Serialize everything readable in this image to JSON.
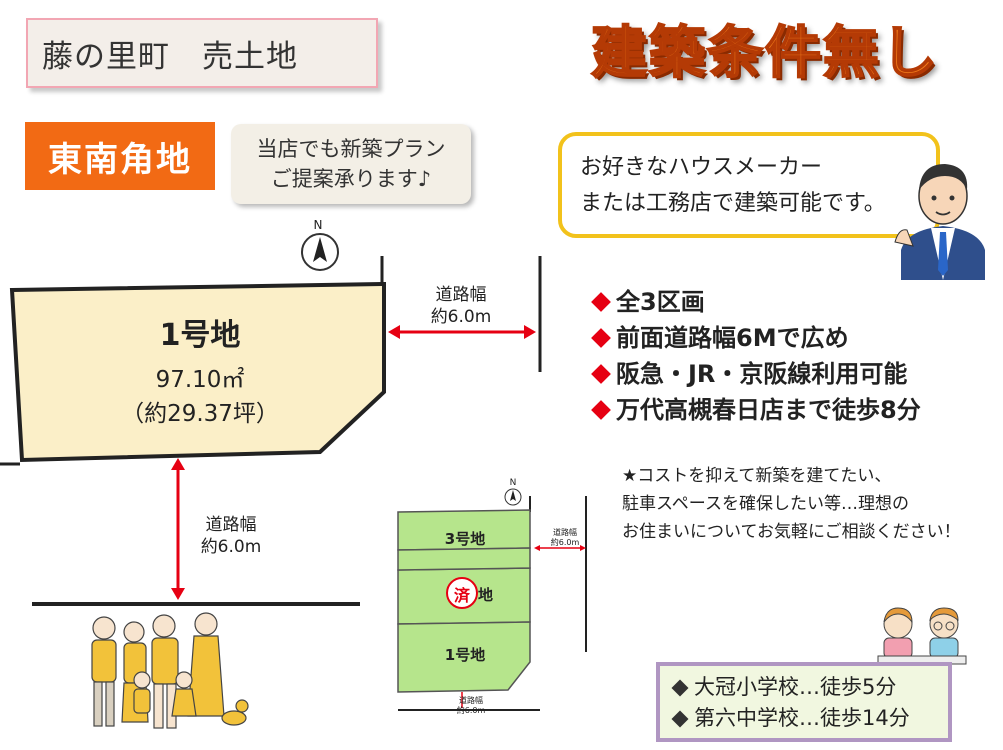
{
  "header": {
    "title": "藤の里町　売土地",
    "banner": "建築条件無し"
  },
  "badges": {
    "corner": "東南角地",
    "plan_line1": "当店でも新築プラン",
    "plan_line2": "ご提案承ります♪"
  },
  "speech": {
    "line1": "お好きなハウスメーカー",
    "line2": "または工務店で建築可能です。"
  },
  "main_map": {
    "north": "N",
    "lot_name": "1号地",
    "lot_area": "97.10㎡",
    "lot_tsubo": "（約29.37坪）",
    "road_right_label": "道路幅",
    "road_right_width": "約6.0m",
    "road_bottom_label": "道路幅",
    "road_bottom_width": "約6.0m"
  },
  "features": [
    "全3区画",
    "前面道路幅6Mで広め",
    "阪急・JR・京阪線利用可能",
    "万代高槻春日店まで徒歩8分"
  ],
  "message": {
    "line1": "★コストを抑えて新築を建てたい、",
    "line2": "駐車スペースを確保したい等…理想の",
    "line3": "お住まいについてお気軽にご相談ください！"
  },
  "site_plan": {
    "north": "N",
    "lot3": "3号地",
    "lot2_stamp": "済",
    "lot2_suffix": "地",
    "lot1": "1号地",
    "road_right_label": "道路幅",
    "road_right_width": "約6.0m",
    "road_bottom_label": "道路幅",
    "road_bottom_width": "約6.0m"
  },
  "schools": [
    "大冠小学校…徒歩5分",
    "第六中学校…徒歩14分"
  ],
  "colors": {
    "banner_orange": "#f07a1a",
    "corner_badge": "#f26a14",
    "lot_fill": "#fbefc8",
    "site_green": "#b6e58c",
    "speech_border": "#f2c21b",
    "feature_marker": "#e60012",
    "arrow_red": "#e60012"
  }
}
